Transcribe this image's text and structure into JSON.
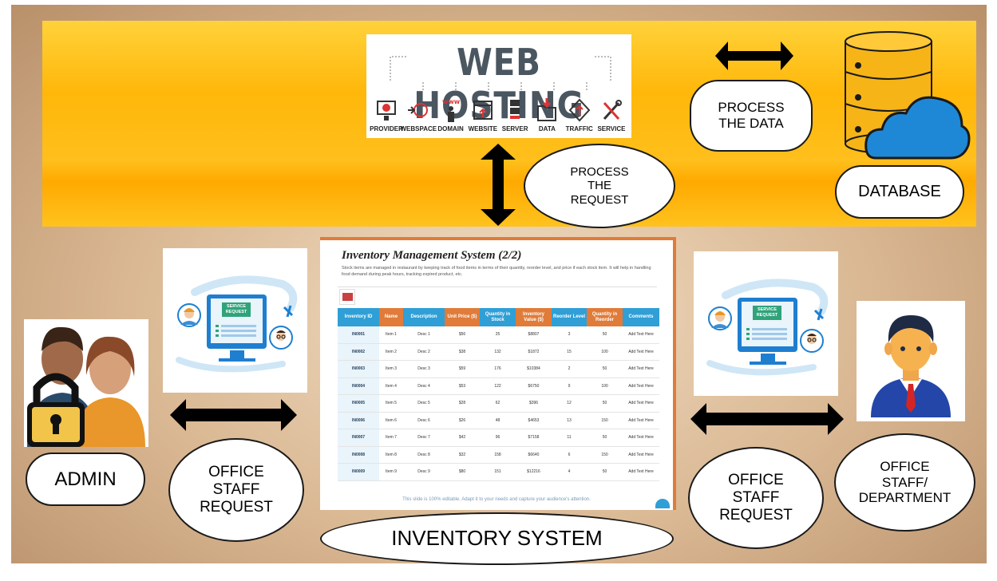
{
  "web_hosting": {
    "title": "WEB HOSTING",
    "items": [
      {
        "label": "PROVIDER",
        "icon": "provider-icon"
      },
      {
        "label": "WEBSPACE",
        "icon": "webspace-icon"
      },
      {
        "label": "DOMAIN",
        "icon": "domain-icon"
      },
      {
        "label": "WEBSITE",
        "icon": "website-icon"
      },
      {
        "label": "SERVER",
        "icon": "server-icon"
      },
      {
        "label": "DATA",
        "icon": "data-icon"
      },
      {
        "label": "TRAFFIC",
        "icon": "traffic-icon"
      },
      {
        "label": "SERVICE",
        "icon": "service-icon"
      }
    ]
  },
  "labels": {
    "process_request": "PROCESS\nTHE\nREQUEST",
    "process_data": "PROCESS\nTHE DATA",
    "database": "DATABASE",
    "admin": "ADMIN",
    "office_staff_request_left": "OFFICE\nSTAFF\nREQUEST",
    "office_staff_request_right": "OFFICE\nSTAFF\nREQUEST",
    "office_staff_department": "OFFICE\nSTAFF/\nDEPARTMENT",
    "inventory_system": "INVENTORY SYSTEM"
  },
  "service_request_label": "SERVICE\nREQUEST",
  "inventory_slide": {
    "title": "Inventory Management System (2/2)",
    "description": "Stock items are managed in restaurant by keeping track of food items in terms of their quantity, reorder level, and price if each stock item. It will help in handling food demand during peak hours, tracking expired product, etc.",
    "footer": "This slide is 100% editable. Adapt it to your needs and capture your audience's attention.",
    "columns": [
      "Inventory ID",
      "Name",
      "Description",
      "Unit Price ($)",
      "Quantity in Stock",
      "Inventory Value ($)",
      "Reorder Level",
      "Quantity in Reorder",
      "Comments"
    ],
    "rows": [
      [
        "IN0001",
        "Item 1",
        "Desc 1",
        "$56",
        "25",
        "$8807",
        "3",
        "50",
        "Add Text Here"
      ],
      [
        "IN0002",
        "Item 2",
        "Desc 2",
        "$38",
        "132",
        "$1872",
        "15",
        "100",
        "Add Text Here"
      ],
      [
        "IN0003",
        "Item 3",
        "Desc 3",
        "$59",
        "176",
        "$10384",
        "2",
        "50",
        "Add Text Here"
      ],
      [
        "IN0004",
        "Item 4",
        "Desc 4",
        "$53",
        "122",
        "$6750",
        "9",
        "100",
        "Add Text Here"
      ],
      [
        "IN0005",
        "Item 5",
        "Desc 5",
        "$28",
        "62",
        "$396",
        "12",
        "50",
        "Add Text Here"
      ],
      [
        "IN0006",
        "Item 6",
        "Desc 6",
        "$26",
        "48",
        "$4653",
        "13",
        "150",
        "Add Text Here"
      ],
      [
        "IN0007",
        "Item 7",
        "Desc 7",
        "$42",
        "96",
        "$7158",
        "11",
        "50",
        "Add Text Here"
      ],
      [
        "IN0008",
        "Item 8",
        "Desc 8",
        "$32",
        "158",
        "$6640",
        "6",
        "150",
        "Add Text Here"
      ],
      [
        "IN0009",
        "Item 9",
        "Desc 9",
        "$80",
        "151",
        "$12216",
        "4",
        "50",
        "Add Text Here"
      ]
    ]
  },
  "colors": {
    "banner": "#ffb70a",
    "table_header_blue": "#2f9fd6",
    "table_header_orange": "#e07b39",
    "cloud": "#1e88d6",
    "database_gold": "#f6b417"
  }
}
